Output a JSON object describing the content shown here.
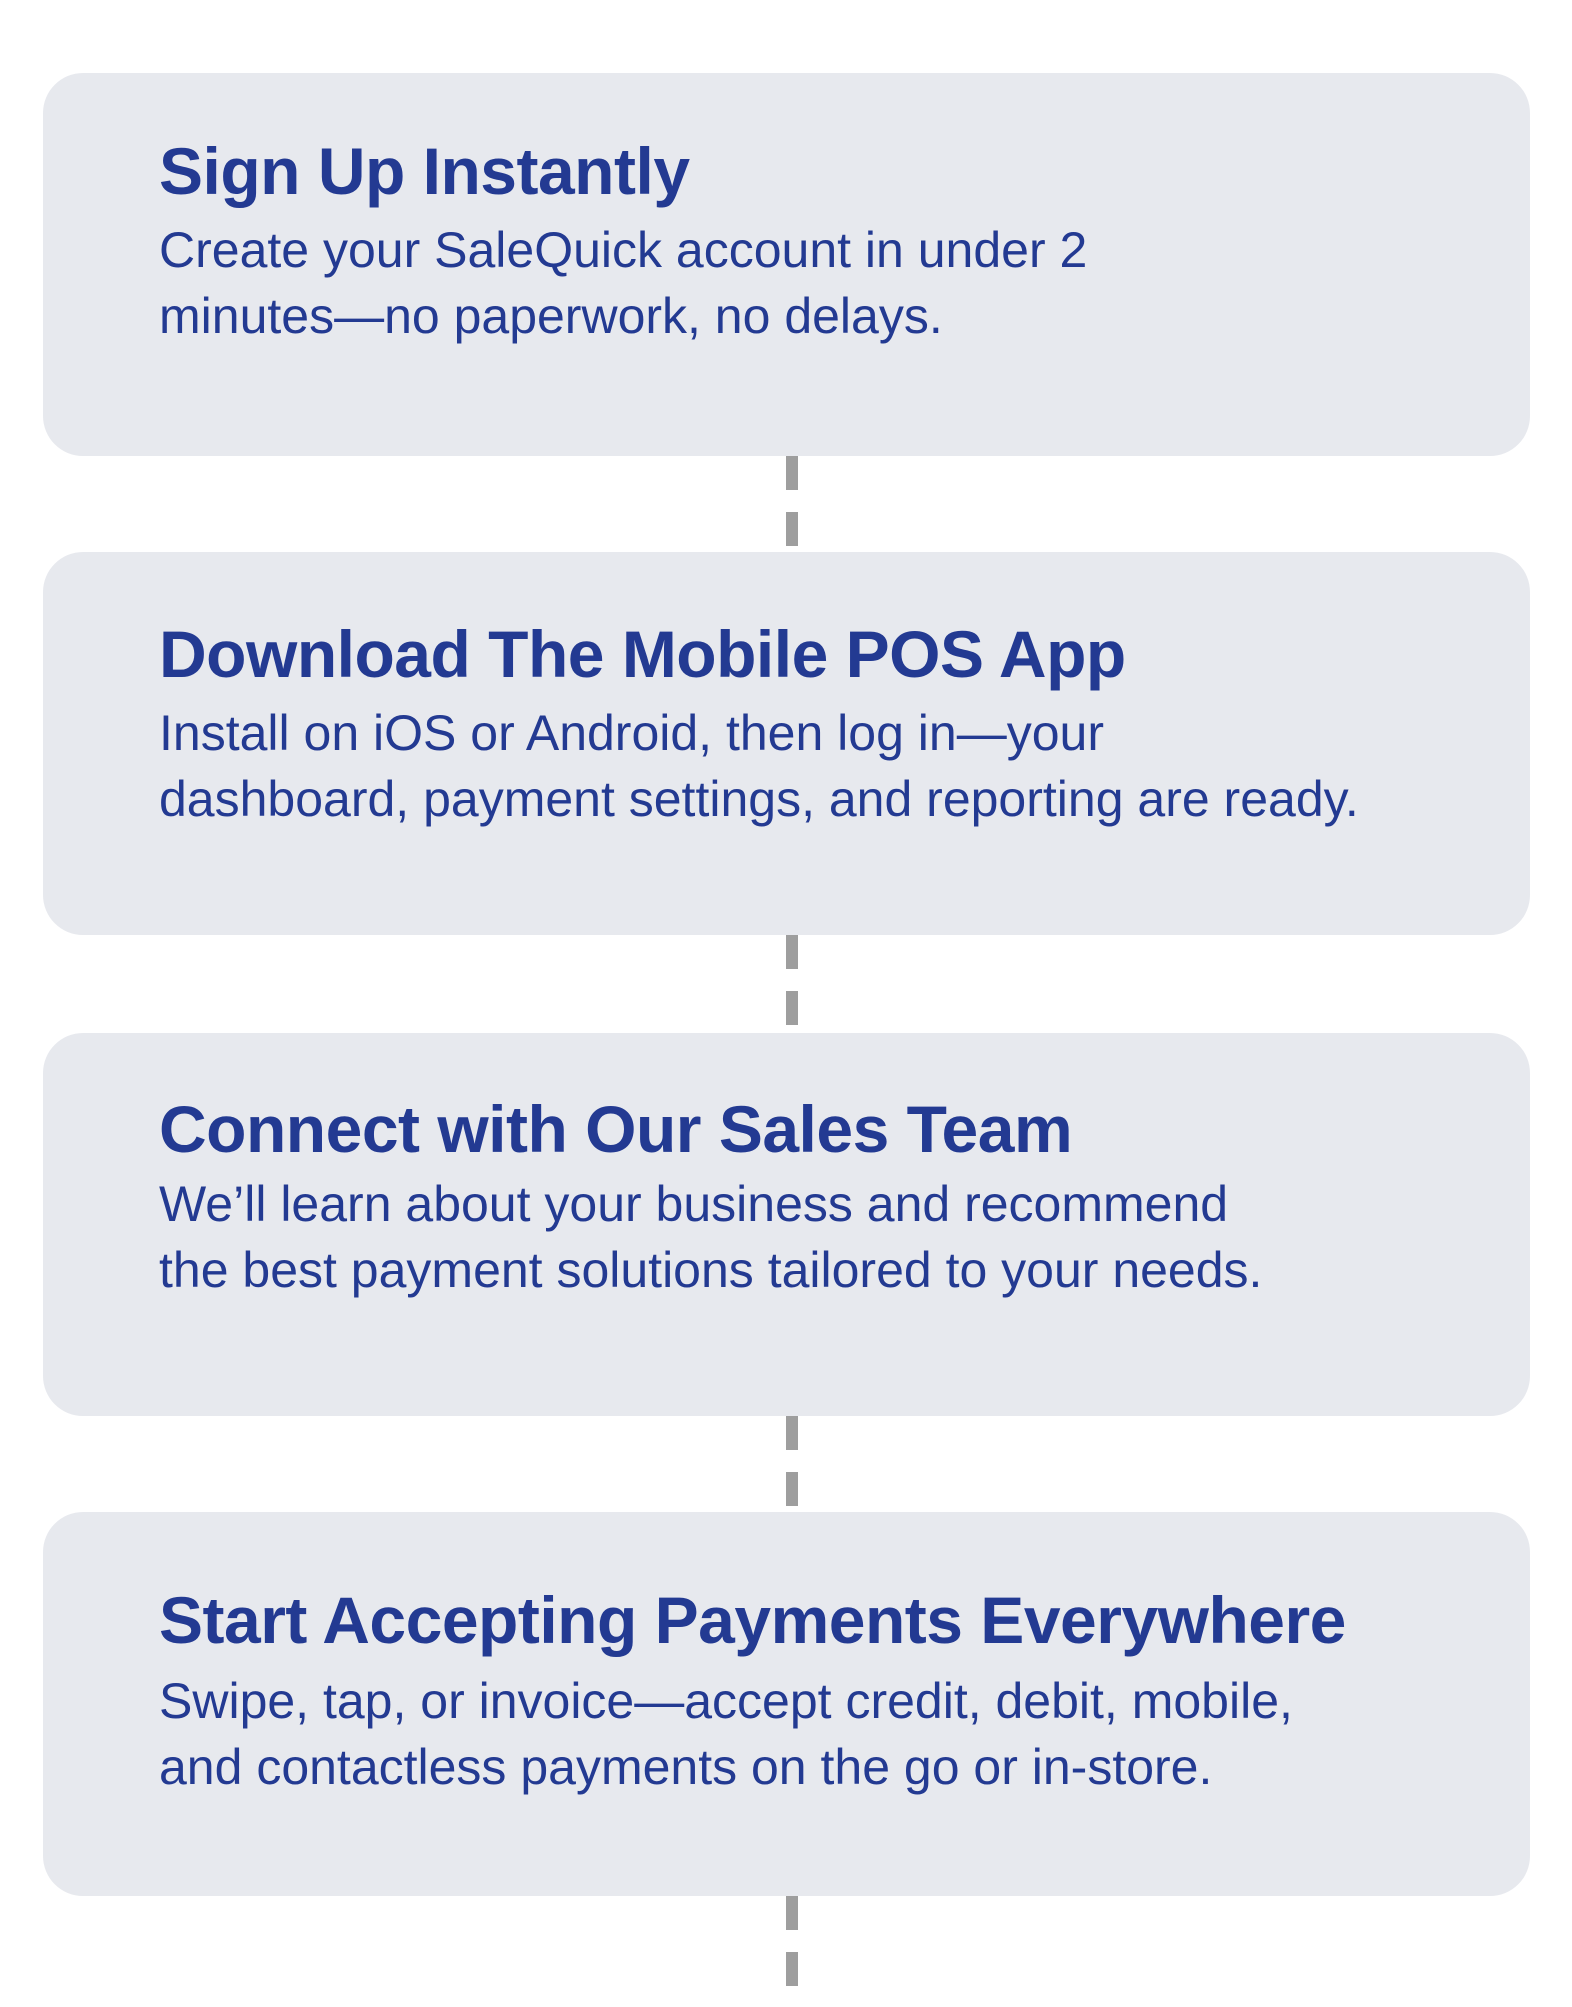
{
  "steps": [
    {
      "title": "Sign Up Instantly",
      "description": "Create your SaleQuick account in under 2\nminutes—no paperwork, no delays."
    },
    {
      "title": "Download The Mobile POS App",
      "description": "Install on iOS or Android, then log in—your\ndashboard, payment settings, and reporting are ready."
    },
    {
      "title": "Connect with Our Sales Team",
      "description": "We’ll learn about your business and recommend\nthe best payment solutions tailored to your needs."
    },
    {
      "title": "Start Accepting Payments Everywhere",
      "description": "Swipe, tap, or invoice—accept credit, debit, mobile,\nand contactless payments on the go or in-store."
    }
  ],
  "colors": {
    "card_background": "#e7e9ee",
    "text_primary": "#233a92",
    "connector": "#9e9e9e",
    "page_background": "#ffffff"
  }
}
